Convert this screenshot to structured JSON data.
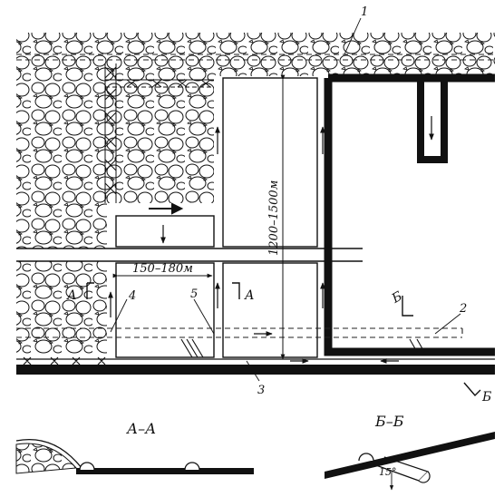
{
  "callouts": {
    "c1": "1",
    "c2": "2",
    "c3": "3",
    "c4": "4",
    "c5": "5"
  },
  "dimensions": {
    "block_width": "150–180м",
    "block_height": "1200–1500м"
  },
  "section_marks": {
    "a_left": "А",
    "a_right": "А",
    "b_top": "Б",
    "b_bottom": "Б"
  },
  "section_titles": {
    "aa": "А–А",
    "bb": "Б–Б"
  },
  "angle_label": "15°",
  "colors": {
    "ink": "#111111",
    "rock_fill": "#ffffff",
    "dashed": "#222222"
  },
  "icons": {
    "arrow": "arrow-icon",
    "cross": "cross-brace-icon",
    "rock": "rock-pattern"
  }
}
